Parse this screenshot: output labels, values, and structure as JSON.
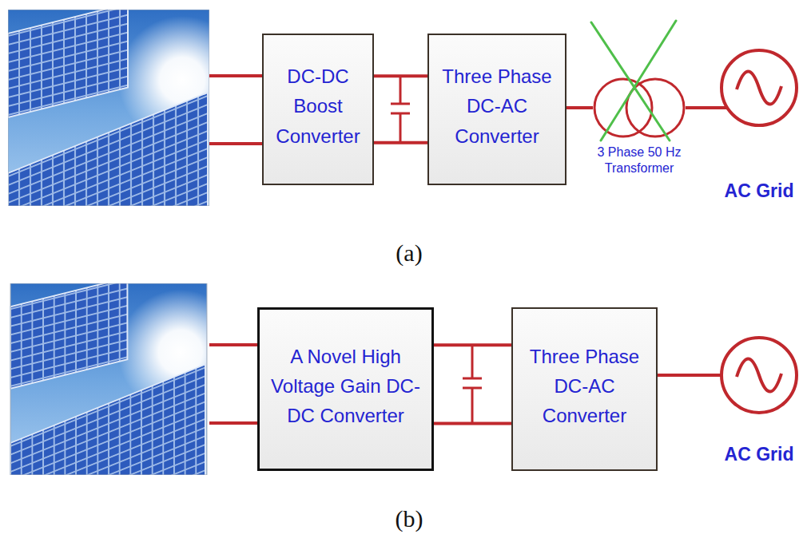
{
  "diagram": {
    "nodes": [
      {
        "text": [
          "DC-DC Boost Converter"
        ]
      },
      {
        "text": [
          "Three Phase DC-AC Converter"
        ]
      },
      {
        "text": [
          "3 Phase 50 Hz Transformer"
        ]
      },
      {
        "text": [
          "AC Grid"
        ]
      },
      {
        "text": [
          "A Novel High Voltage Gain DC-DC Converter"
        ]
      },
      {
        "text": [
          "Three Phase DC-AC Converter"
        ]
      },
      {
        "text": [
          "AC Grid"
        ]
      }
    ],
    "edges": [
      {
        "from": 0,
        "to": 1,
        "arrow": "none"
      },
      {
        "from": 1,
        "to": 2,
        "arrow": "none"
      },
      {
        "from": 2,
        "to": 3,
        "arrow": "none"
      },
      {
        "from": 4,
        "to": 5,
        "arrow": "none"
      },
      {
        "from": 5,
        "to": 6,
        "arrow": "none"
      }
    ],
    "labels": [
      "(a)",
      "(b)"
    ]
  }
}
